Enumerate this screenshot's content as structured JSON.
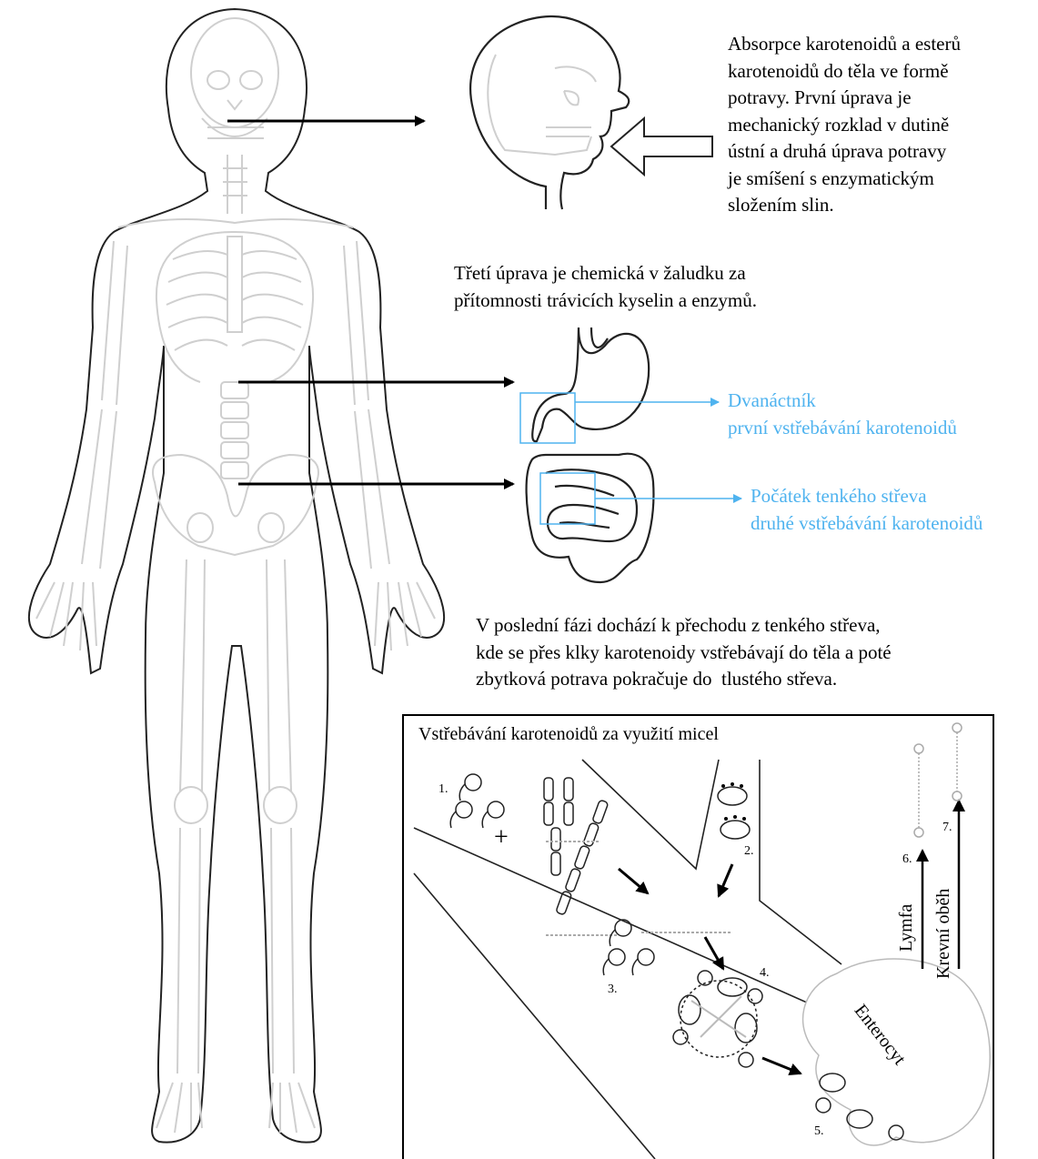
{
  "text_blocks": {
    "mouth_description": "Absorpce karotenoidů a esterů\nkarotenoidů do těla ve formě\npotravy. První úprava je\nmechanický rozklad v dutině\nústní a druhá úprava potravy\nje smíšení s enzymatickým\nsložením slin.",
    "stomach_description": "Třetí úprava je chemická v žaludku za\npřítomnosti trávicích kyselin a enzymů.",
    "duodenum_label": "Dvanáctník\nprvní vstřebávání karotenoidů",
    "small_intestine_label": "Počátek tenkého střeva\ndruhé vstřebávání karotenoidů",
    "final_phase_description": "V poslední fázi dochází k přechodu z tenkého střeva,\nkde se přes klky karotenoidy vstřebávají do těla a poté\nzbytková potrava pokračuje do  tlustého střeva."
  },
  "micelle_panel": {
    "title": "Vstřebávání karotenoidů za využití micel",
    "steps": [
      "1.",
      "2.",
      "3.",
      "4.",
      "5.",
      "6.",
      "7."
    ],
    "plus": "+",
    "enterocyte": "Enterocyt",
    "lymph": "Lymfa",
    "blood": "Krevní oběh"
  },
  "colors": {
    "accent": "#4fb3ef",
    "skeleton": "#cfcfcf",
    "ink": "#000000"
  }
}
